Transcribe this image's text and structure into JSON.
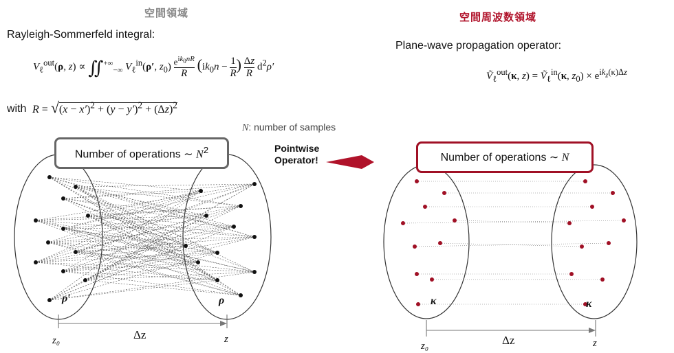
{
  "headings": {
    "spatial": "空間領域",
    "frequency": "空間周波数領域"
  },
  "left": {
    "integral_label": "Rayleigh-Sommerfeld integral:",
    "formula": "V_ℓ^out(ρ, z) ∝ ∬_{−∞}^{+∞} V_ℓ^in(ρ′, z₀) (e^{ik₀nR}/R)(ik₀n − 1/R)(Δz/R) d²ρ′",
    "with_label": "with",
    "R_def": "R = √((x − x′)² + (y − y′)² + (Δz)²)",
    "samples_note": "N: number of samples",
    "ops": "Number of operations ∼ N²",
    "rho_src": "ρ′",
    "rho_dst": "ρ",
    "z0": "z₀",
    "dz": "Δz",
    "z": "z"
  },
  "middle": {
    "label_line1": "Pointwise",
    "label_line2": "Operator!",
    "arrow_color": "#b0122a"
  },
  "right": {
    "operator_label": "Plane-wave propagation operator:",
    "formula": "Ṽ_ℓ^out(κ, z) = Ṽ_ℓ^in(κ, z₀) × e^{ik_z(κ)Δz}",
    "ops": "Number of operations ∼ N",
    "kappa_src": "κ",
    "kappa_dst": "κ",
    "z0": "z₀",
    "dz": "Δz",
    "z": "z"
  },
  "colors": {
    "dot_dark": "#111111",
    "dot_red": "#a01025",
    "box_red": "#a01025",
    "box_grey": "#666666"
  }
}
